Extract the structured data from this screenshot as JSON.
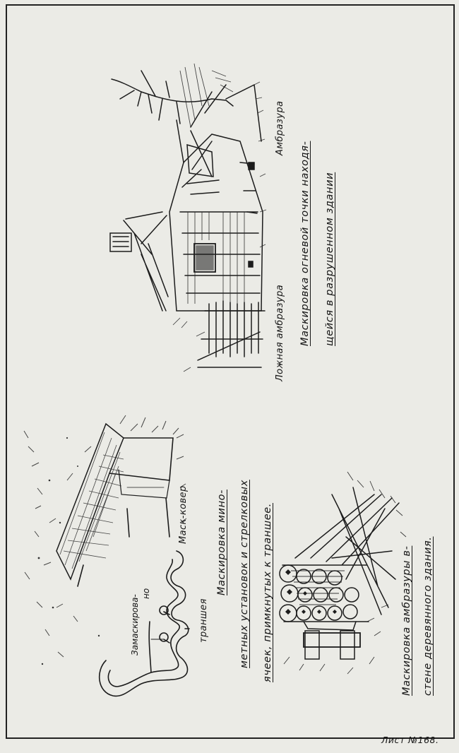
{
  "sheet_number": "Лист №168.",
  "figures": [
    {
      "title_lines": [
        "Маскировка мино-",
        "метных установок и стрелковых",
        "ячеек, примкнутых к траншее."
      ],
      "labels": {
        "trench": "траншея",
        "masked": "Замаскирова-",
        "masked2": "но",
        "mat": "Маск-ковер"
      }
    },
    {
      "title_lines": [
        "Маскировка амбразуры в-",
        "стене деревянного здания."
      ]
    },
    {
      "title_lines": [
        "Маскировка огневой точки находя-",
        "щейся в разрушенном здании"
      ],
      "labels": {
        "false_embrasure": "Ложная амбразура",
        "embrasure": "Амбразура"
      }
    }
  ]
}
